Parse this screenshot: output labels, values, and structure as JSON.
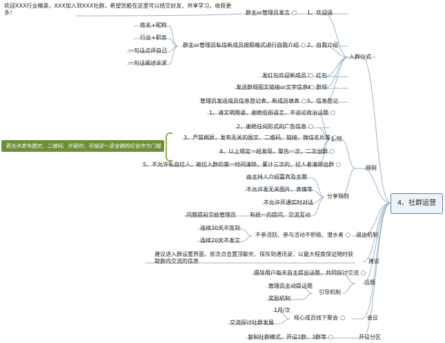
{
  "root": "4、社群运营",
  "callout": "若允许发布图文、二维码、外链时，可指定一定金额的红包作为门槛",
  "b1": {
    "label": "入群仪式",
    "welcome": {
      "label": "1、欢迎语",
      "node": "群主or管理员发言",
      "leaf": "欢迎XXX行业精英，XXX加入到XXX社群，希望您能在这里可以结交好友、共享学习，收获更多！"
    },
    "intro": {
      "label": "2、自我介绍",
      "node": "群主or管理员私信新成员按照格式进行自我介绍",
      "items": [
        "姓名+昵称",
        "行业+职务",
        "一句话点评自己",
        "一句话阐述诉求"
      ]
    },
    "redpack": {
      "label": "3、红包",
      "node": "发红包欢迎新成员"
    },
    "rules": {
      "label": "4、群规",
      "node": "发送群规图文链接or文字信息"
    },
    "register": {
      "label": "5、信息登记",
      "node": "管理员发送成员信息登记表，新成员填表"
    }
  },
  "b2": {
    "label": "规则",
    "grp": {
      "label": "群规",
      "items": [
        "1、请文明用语，谢绝低俗语言，不谈论政治话题",
        "2、谢绝任何形式的广告信息",
        "3、严禁刷屏，发布无关的图文、二维码、链接、微信名片等",
        "4、以上规定一经发现，警告一次，二次出群",
        "5、不允许私自拉人，被拉入群的第一时间清除，累计三次的，拉人者清除出群"
      ]
    },
    "share": {
      "label": "分享规则",
      "items": [
        "由主持人介绍嘉宾及主题",
        "不允许发无关图片、表情等",
        "不允许开通实时对话"
      ],
      "flow": "有统一的提问、交流互动",
      "flow_leaf": "问题提前交给管理员"
    }
  },
  "b3": {
    "label": "退出机制",
    "node": "不参活跃、参与活动不积极、潜水者",
    "items": [
      "连续30天不签到",
      "连续20天不发言"
    ]
  },
  "b4": {
    "label": "建议",
    "text": "建议进入群设置界面，依次点击置顶聊天、保存到通讯录，以最大程度保证随时获取群内交流的信息"
  },
  "b5": {
    "label": "话题",
    "text": "倡导用户每天自主提出话题，共同探讨交流",
    "guide": "引导机制",
    "items": [
      "管理员主动提话题",
      "奖励机制"
    ]
  },
  "b6": {
    "label": "会议",
    "node": "核心成员线下聚会",
    "items": [
      "1月/次",
      "交流探讨社群发展"
    ]
  },
  "b7": {
    "label": "开设分区",
    "text": "复制社群模式，开设2群、3群等"
  }
}
